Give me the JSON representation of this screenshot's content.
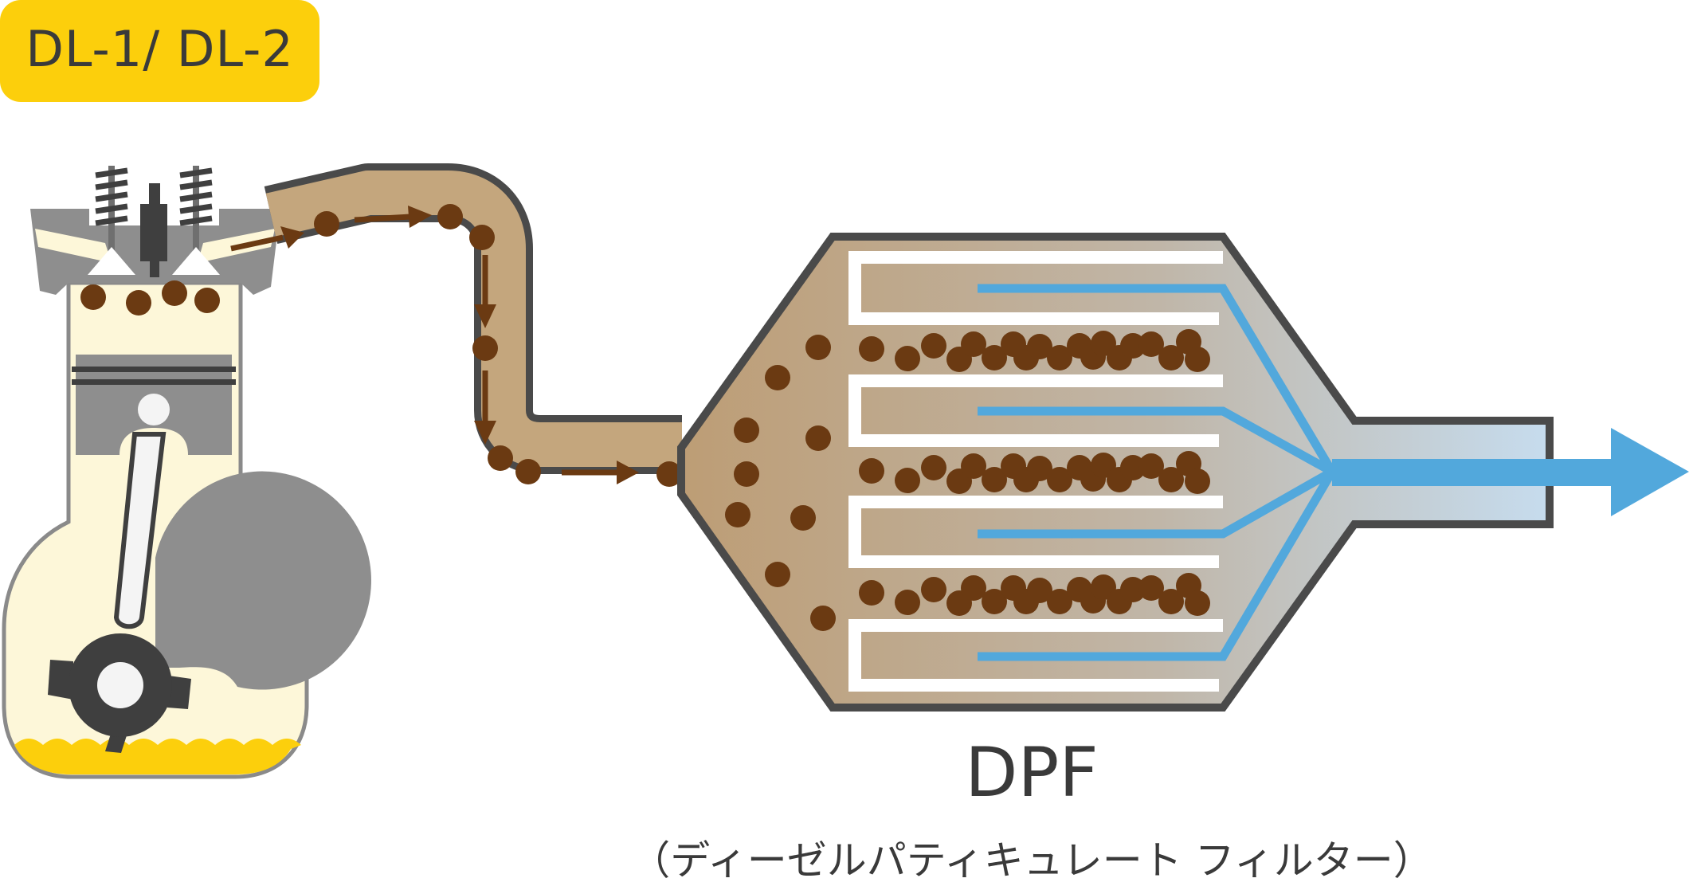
{
  "badge": {
    "label": "DL-1/ DL-2"
  },
  "filter": {
    "title": "DPF",
    "subtitle": "（ディーゼルパティキュレート フィルター）"
  },
  "icons": [
    "engine-icon",
    "spark-plug-icon",
    "piston-icon",
    "crankshaft-icon",
    "exhaust-flow-arrow-icon",
    "soot-particle-icon"
  ],
  "colors": {
    "badge": "#fccf0c",
    "outline": "#4a4a4a",
    "soot": "#6b3a12",
    "flow": "#52a8dc",
    "exhaust_gas": "#c4a67d",
    "clean_gas": "#c6dcee",
    "engine_fill": "#fdf7d9",
    "oil": "#fccf0c"
  }
}
